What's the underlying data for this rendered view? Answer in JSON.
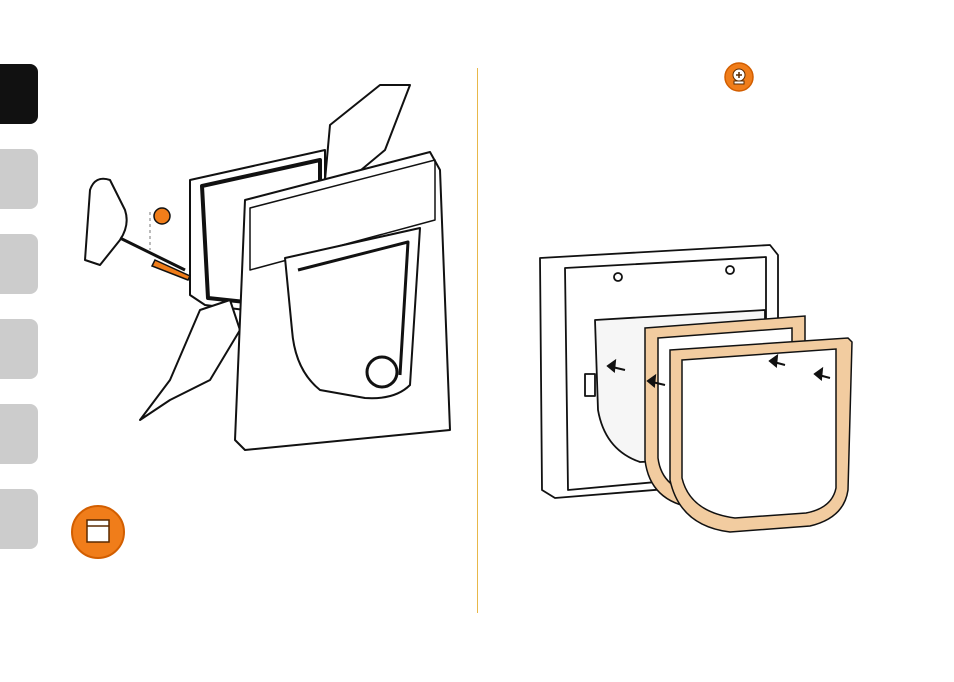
{
  "colors": {
    "tab_active": "#111111",
    "tab_inactive": "#cccccc",
    "accent_orange": "#f07d1a",
    "frame_tan": "#f2cca0",
    "divider": "#e8b84a"
  },
  "nav_tabs": [
    {
      "state": "active"
    },
    {
      "state": "inactive"
    },
    {
      "state": "inactive"
    },
    {
      "state": "inactive"
    },
    {
      "state": "inactive"
    },
    {
      "state": "inactive"
    }
  ],
  "icons": {
    "left_badge": "window-frame-icon",
    "right_badge": "add-tool-icon"
  }
}
